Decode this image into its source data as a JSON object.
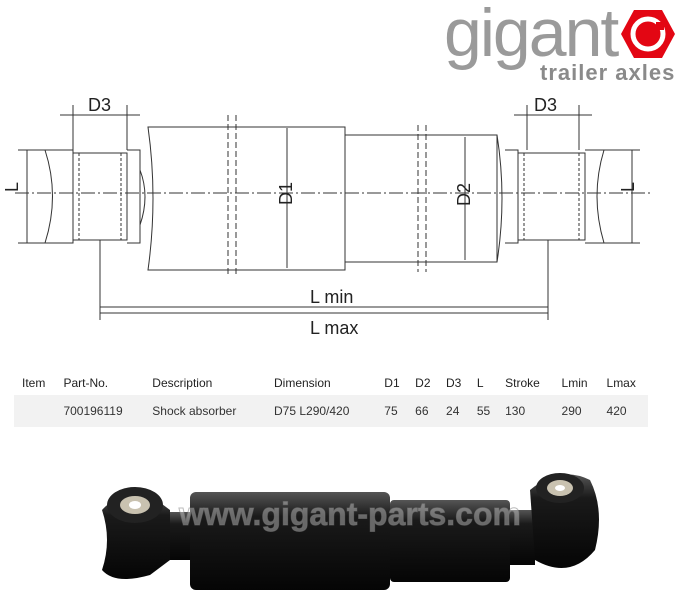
{
  "logo": {
    "brand": "gigant",
    "tagline": "trailer axles",
    "accent": "#e30613"
  },
  "diagram": {
    "labels": {
      "d3_left": "D3",
      "d3_right": "D3",
      "l_left": "L",
      "l_right": "L",
      "d1": "D1",
      "d2": "D2",
      "lmin": "L min",
      "lmax": "L max"
    }
  },
  "table": {
    "headers": [
      "Item",
      "Part-No.",
      "Description",
      "Dimension",
      "D1",
      "D2",
      "D3",
      "L",
      "Stroke",
      "Lmin",
      "Lmax"
    ],
    "rows": [
      [
        "",
        "700196119",
        "Shock absorber",
        "D75 L290/420",
        "75",
        "66",
        "24",
        "55",
        "130",
        "290",
        "420"
      ]
    ]
  },
  "photo": {
    "watermark": "www.gigant-parts.com"
  }
}
